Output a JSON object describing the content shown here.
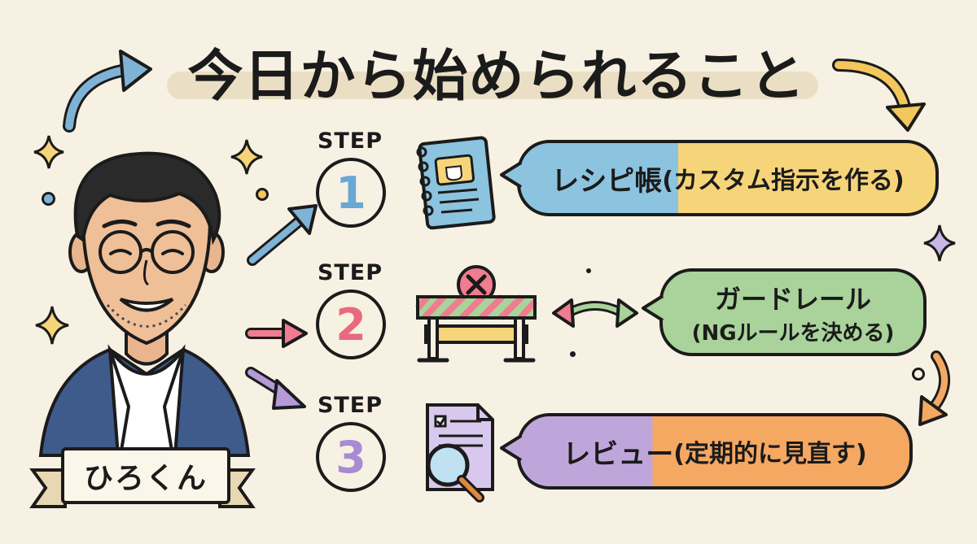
{
  "title": "今日から始められること",
  "person": {
    "name": "ひろくん"
  },
  "steps": [
    {
      "label": "STEP",
      "number": "1",
      "title": "レシピ帳",
      "detail": "(カスタム指示を作る)",
      "icon": "notebook-icon"
    },
    {
      "label": "STEP",
      "number": "2",
      "title": "ガードレール",
      "detail": "(NGルールを決める)",
      "icon": "barrier-icon"
    },
    {
      "label": "STEP",
      "number": "3",
      "title": "レビュー",
      "detail": "(定期的に見直す)",
      "icon": "magnifier-document-icon"
    }
  ],
  "colors": {
    "background": "#f7f1e3",
    "step1_left": "#8cc3df",
    "step1_right": "#f6d47a",
    "step2": "#a9d39a",
    "step3_left": "#bfa6da",
    "step3_right": "#f4a862",
    "accent_blue": "#7fb3d6",
    "accent_yellow": "#f2c75c",
    "accent_pink": "#ef7d8f",
    "accent_purple": "#b49ad6"
  }
}
